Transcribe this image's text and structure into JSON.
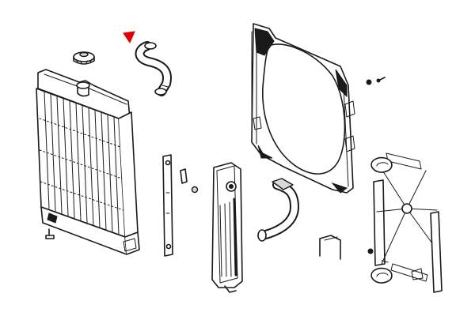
{
  "diagram": {
    "kind": "exploded-parts-drawing",
    "colors": {
      "ink": "#1a1a1a",
      "paper": "#ffffff",
      "highlight_marker": "#e00000"
    },
    "marker": {
      "icon": "red-triangle-marker",
      "points_to": "upper-radiator-hose"
    },
    "parts": [
      "radiator-cap",
      "upper-radiator-hose",
      "radiator-core",
      "fan-shroud",
      "mounting-strap",
      "overflow-tank",
      "lower-radiator-hose",
      "mounting-bracket",
      "fan-shroud-bracket-assembly"
    ]
  }
}
